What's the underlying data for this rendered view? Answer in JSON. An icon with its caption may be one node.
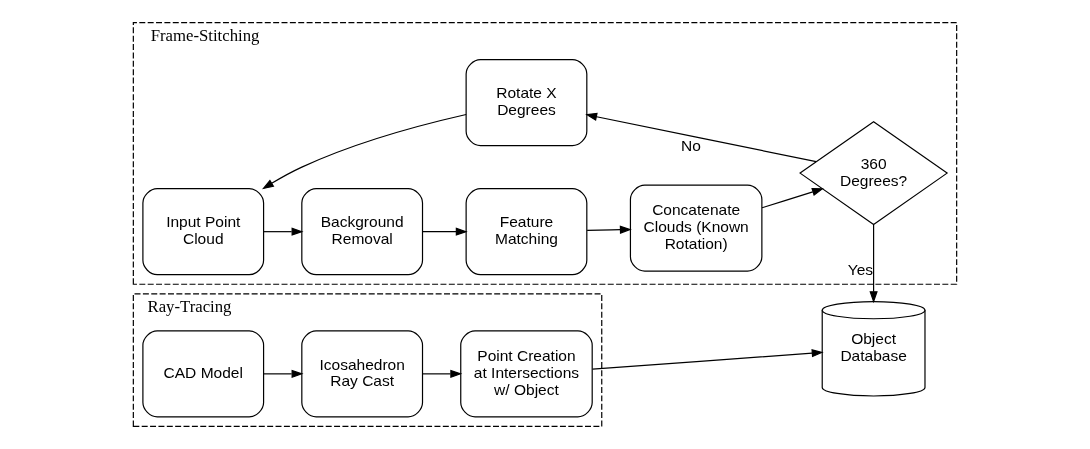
{
  "diagram": {
    "nodes": [
      {
        "text": [
          "Ray-Tracing"
        ]
      },
      {
        "text": [
          "CAD Model"
        ],
        "in": 0
      },
      {
        "text": [
          "Icosahedron Ray Cast"
        ],
        "in": 0
      },
      {
        "text": [
          "Point Creation at Intersections w/ Object"
        ],
        "in": 0
      },
      {
        "text": [
          "Object Database"
        ]
      },
      {
        "text": [
          "Frame-Stitching"
        ]
      },
      {
        "text": [
          "Input Point Cloud"
        ],
        "in": 5
      },
      {
        "text": [
          "Background Removal"
        ],
        "in": 5
      },
      {
        "text": [
          "Feature Matching"
        ],
        "in": 5
      },
      {
        "text": [
          "Concatenate Clouds (Known Rotation)"
        ],
        "in": 5
      },
      {
        "text": [
          "360 Degrees?"
        ],
        "in": 5
      },
      {
        "text": [
          "Rotate X Degrees"
        ],
        "in": 5
      }
    ],
    "edges": [
      {
        "from": 1,
        "to": 2,
        "arrow": "to"
      },
      {
        "from": 2,
        "to": 3,
        "arrow": "to"
      },
      {
        "from": 3,
        "to": 4,
        "arrow": "to"
      },
      {
        "from": 6,
        "to": 7,
        "arrow": "to"
      },
      {
        "from": 7,
        "to": 8,
        "arrow": "to"
      },
      {
        "from": 8,
        "to": 9,
        "arrow": "to"
      },
      {
        "from": 9,
        "to": 10,
        "arrow": "to"
      },
      {
        "from": 10,
        "to": 4,
        "arrow": "to",
        "label": "Yes"
      },
      {
        "from": 10,
        "to": 11,
        "arrow": "to",
        "label": "No"
      },
      {
        "from": 11,
        "to": 6,
        "arrow": "to"
      }
    ]
  }
}
